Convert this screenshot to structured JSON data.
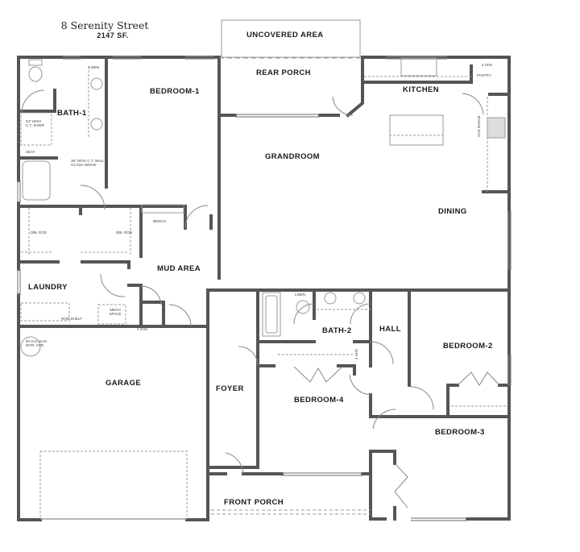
{
  "header": {
    "address": "8 Serenity Street",
    "square_footage": "2147 SF."
  },
  "rooms": {
    "uncovered_area": "UNCOVERED AREA",
    "rear_porch": "REAR PORCH",
    "kitchen": "KITCHEN",
    "bedroom_1": "BEDROOM-1",
    "bath_1": "BATH-1",
    "grandroom": "GRANDROOM",
    "dining": "DINING",
    "mud_area": "MUD AREA",
    "laundry": "LAUNDRY",
    "garage": "GARAGE",
    "foyer": "FOYER",
    "bath_2": "BATH-2",
    "hall": "HALL",
    "bedroom_2": "BEDROOM-2",
    "bedroom_3": "BEDROOM-3",
    "bedroom_4": "BEDROOM-4",
    "front_porch": "FRONT PORCH"
  },
  "notes": {
    "linen_1": "LINEN",
    "linen_2": "LINEN",
    "shower": "54\" HIGH C.T. SHWR",
    "seat": "SEAT",
    "glass_wall": "36\" HIGH C.T. WALL GLASS ABOVE",
    "dbl_rod_left": "DBL ROD",
    "dbl_rod_right": "DBL ROD",
    "bench": "BENCH",
    "rod_shelf": "ROD-SHELF",
    "mech_space": "MECH SPACE",
    "shelves_mud": "4 SHS",
    "shelves_pantry": "4 SHS",
    "pantry": "PANTRY",
    "gas_range": "GAS RANGE",
    "shelves_hall": "4 SHS",
    "water_heater": "50 GAL-GAS WTR. HTR."
  }
}
